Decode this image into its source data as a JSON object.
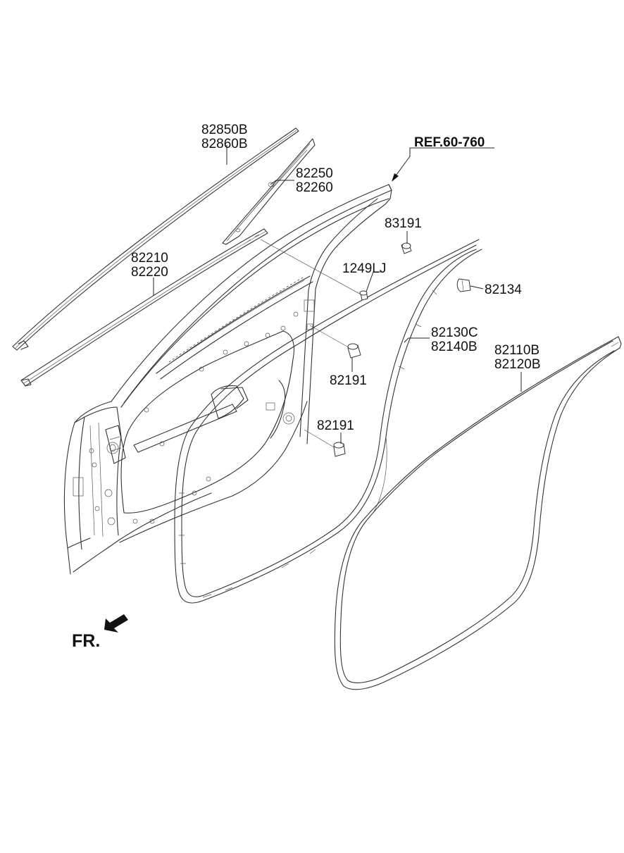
{
  "diagram": {
    "labels": {
      "p82850b": "82850B",
      "p82860b": "82860B",
      "p82250": "82250",
      "p82260": "82260",
      "ref": "REF.60-760",
      "p83191": "83191",
      "p82210": "82210",
      "p82220": "82220",
      "p1249lj": "1249LJ",
      "p82134": "82134",
      "p82130c": "82130C",
      "p82140b": "82140B",
      "p82191a": "82191",
      "p82110b": "82110B",
      "p82120b": "82120B",
      "p82191b": "82191",
      "fr": "FR."
    }
  }
}
